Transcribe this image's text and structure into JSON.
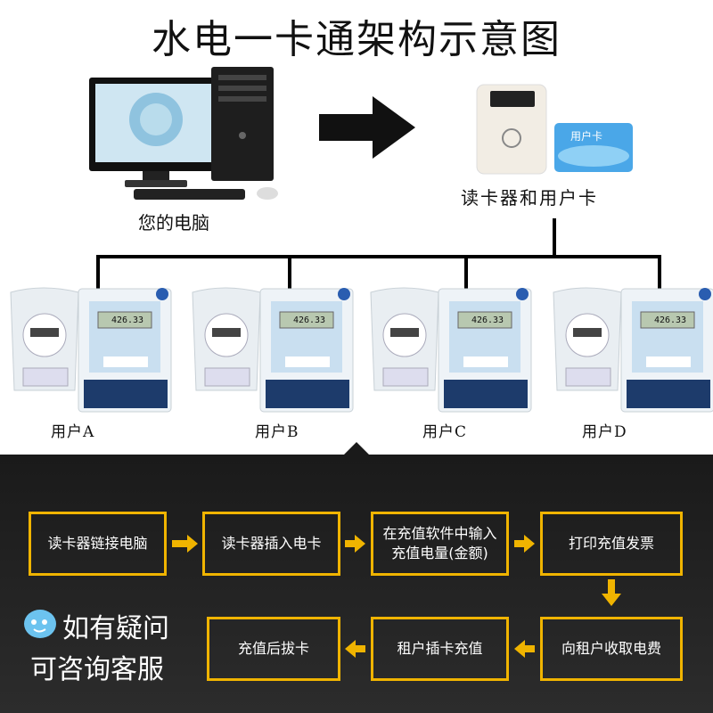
{
  "title": "水电一卡通架构示意图",
  "labels": {
    "computer": "您的电脑",
    "reader": "读卡器和用户卡",
    "card": "用户卡",
    "users": [
      "用户A",
      "用户B",
      "用户C",
      "用户D"
    ],
    "meter_reading": "426.33"
  },
  "steps": [
    "读卡器链接电脑",
    "读卡器插入电卡",
    "在充值软件中输入充值电量(金额)",
    "打印充值发票",
    "向租户收取电费",
    "租户插卡充值",
    "充值后拔卡"
  ],
  "contact": {
    "line1": "如有疑问",
    "line2": "可咨询客服"
  },
  "colors": {
    "accent": "#f0b400",
    "panel": "#1f1f1f"
  }
}
